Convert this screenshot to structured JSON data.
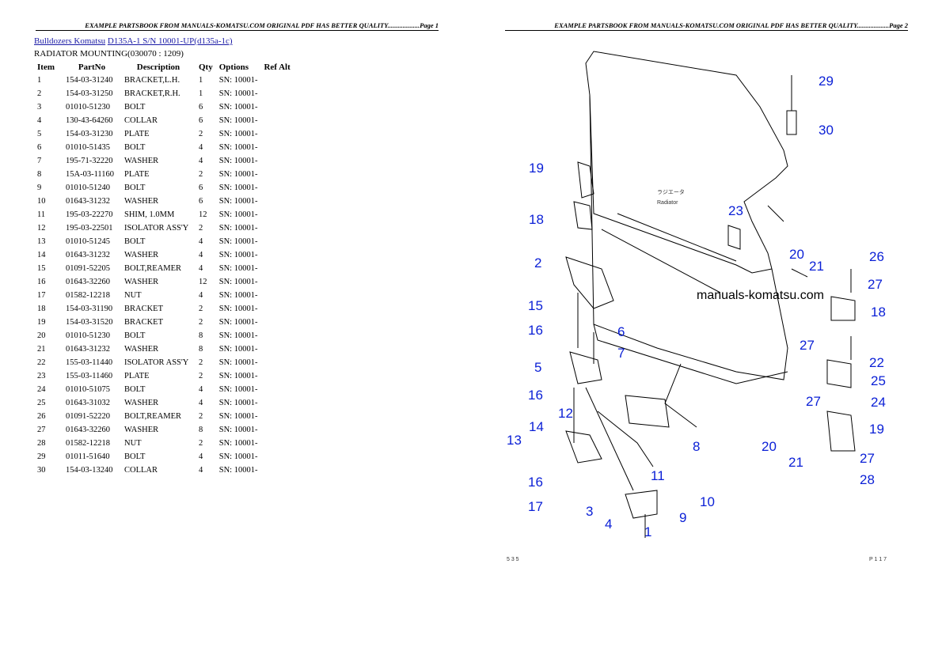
{
  "header": {
    "left_text": "EXAMPLE PARTSBOOK FROM MANUALS-KOMATSU.COM ORIGINAL PDF HAS BETTER QUALITY...................Page 1",
    "right_text": "EXAMPLE PARTSBOOK FROM MANUALS-KOMATSU.COM ORIGINAL PDF HAS BETTER QUALITY...................Page 2"
  },
  "breadcrumb": {
    "link1": "Bulldozers Komatsu",
    "link2": "D135A-1 S/N 10001-UP(d135a-1c)"
  },
  "section_title": "RADIATOR MOUNTING(030070 : 1209)",
  "table": {
    "columns": [
      "Item",
      "PartNo",
      "Description",
      "Qty",
      "Options",
      "Ref Alt"
    ],
    "rows": [
      [
        "1",
        "154-03-31240",
        "BRACKET,L.H.",
        "1",
        "SN: 10001-",
        ""
      ],
      [
        "2",
        "154-03-31250",
        "BRACKET,R.H.",
        "1",
        "SN: 10001-",
        ""
      ],
      [
        "3",
        "01010-51230",
        "BOLT",
        "6",
        "SN: 10001-",
        ""
      ],
      [
        "4",
        "130-43-64260",
        "COLLAR",
        "6",
        "SN: 10001-",
        ""
      ],
      [
        "5",
        "154-03-31230",
        "PLATE",
        "2",
        "SN: 10001-",
        ""
      ],
      [
        "6",
        "01010-51435",
        "BOLT",
        "4",
        "SN: 10001-",
        ""
      ],
      [
        "7",
        "195-71-32220",
        "WASHER",
        "4",
        "SN: 10001-",
        ""
      ],
      [
        "8",
        "15A-03-11160",
        "PLATE",
        "2",
        "SN: 10001-",
        ""
      ],
      [
        "9",
        "01010-51240",
        "BOLT",
        "6",
        "SN: 10001-",
        ""
      ],
      [
        "10",
        "01643-31232",
        "WASHER",
        "6",
        "SN: 10001-",
        ""
      ],
      [
        "11",
        "195-03-22270",
        "SHIM, 1.0MM",
        "12",
        "SN: 10001-",
        ""
      ],
      [
        "12",
        "195-03-22501",
        "ISOLATOR ASS'Y",
        "2",
        "SN: 10001-",
        ""
      ],
      [
        "13",
        "01010-51245",
        "BOLT",
        "4",
        "SN: 10001-",
        ""
      ],
      [
        "14",
        "01643-31232",
        "WASHER",
        "4",
        "SN: 10001-",
        ""
      ],
      [
        "15",
        "01091-52205",
        "BOLT,REAMER",
        "4",
        "SN: 10001-",
        ""
      ],
      [
        "16",
        "01643-32260",
        "WASHER",
        "12",
        "SN: 10001-",
        ""
      ],
      [
        "17",
        "01582-12218",
        "NUT",
        "4",
        "SN: 10001-",
        ""
      ],
      [
        "18",
        "154-03-31190",
        "BRACKET",
        "2",
        "SN: 10001-",
        ""
      ],
      [
        "19",
        "154-03-31520",
        "BRACKET",
        "2",
        "SN: 10001-",
        ""
      ],
      [
        "20",
        "01010-51230",
        "BOLT",
        "8",
        "SN: 10001-",
        ""
      ],
      [
        "21",
        "01643-31232",
        "WASHER",
        "8",
        "SN: 10001-",
        ""
      ],
      [
        "22",
        "155-03-11440",
        "ISOLATOR ASS'Y",
        "2",
        "SN: 10001-",
        ""
      ],
      [
        "23",
        "155-03-11460",
        "PLATE",
        "2",
        "SN: 10001-",
        ""
      ],
      [
        "24",
        "01010-51075",
        "BOLT",
        "4",
        "SN: 10001-",
        ""
      ],
      [
        "25",
        "01643-31032",
        "WASHER",
        "4",
        "SN: 10001-",
        ""
      ],
      [
        "26",
        "01091-52220",
        "BOLT,REAMER",
        "2",
        "SN: 10001-",
        ""
      ],
      [
        "27",
        "01643-32260",
        "WASHER",
        "8",
        "SN: 10001-",
        ""
      ],
      [
        "28",
        "01582-12218",
        "NUT",
        "2",
        "SN: 10001-",
        ""
      ],
      [
        "29",
        "01011-51640",
        "BOLT",
        "4",
        "SN: 10001-",
        ""
      ],
      [
        "30",
        "154-03-13240",
        "COLLAR",
        "4",
        "SN: 10001-",
        ""
      ]
    ]
  },
  "diagram": {
    "watermark": "manuals-komatsu.com",
    "radiator_jp": "ラジエータ",
    "radiator_en": "Radiator",
    "callouts": [
      "29",
      "30",
      "19",
      "18",
      "23",
      "20",
      "21",
      "26",
      "2",
      "27",
      "18",
      "15",
      "16",
      "6",
      "7",
      "27",
      "22",
      "25",
      "5",
      "27",
      "24",
      "16",
      "12",
      "8",
      "19",
      "13",
      "14",
      "20",
      "21",
      "27",
      "11",
      "16",
      "3",
      "4",
      "9",
      "10",
      "28",
      "17",
      "1"
    ],
    "footer_left": "5 3 5",
    "footer_right": "P 1 1 7"
  }
}
